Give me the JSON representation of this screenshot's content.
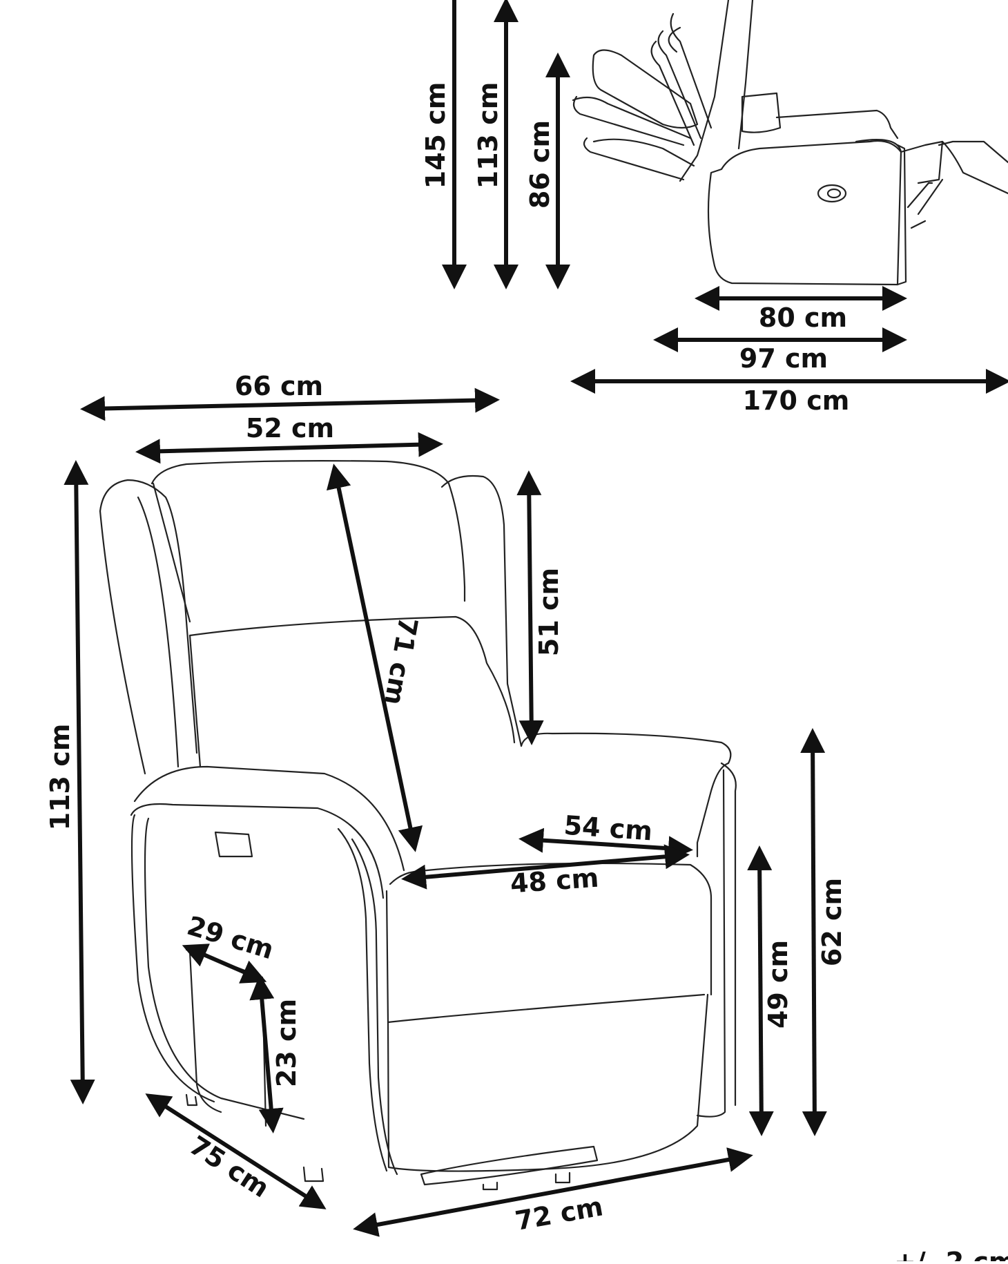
{
  "diagram": {
    "tolerance": "+/- 2 cm",
    "side_view": {
      "heights": {
        "total": "145 cm",
        "back": "113 cm",
        "seat_area": "86 cm"
      },
      "depths": {
        "seat": "80 cm",
        "upright": "97 cm",
        "reclined": "170 cm"
      }
    },
    "front_view": {
      "overall_width": "66 cm",
      "inner_width": "52 cm",
      "overall_height": "113 cm",
      "backrest_height": "51 cm",
      "backrest_diagonal": "71 cm",
      "seat_depth": "54 cm",
      "seat_width": "48 cm",
      "arm_height": "62 cm",
      "seat_height": "49 cm",
      "pocket_width": "29 cm",
      "pocket_height": "23 cm",
      "depth": "75 cm",
      "width": "72 cm"
    }
  }
}
